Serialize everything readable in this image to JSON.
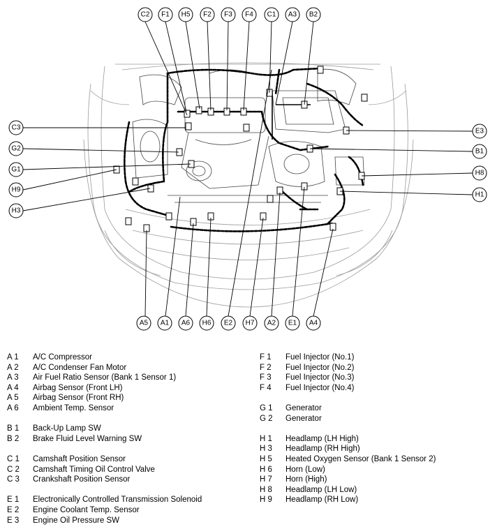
{
  "callouts_top": [
    "C2",
    "F1",
    "H5",
    "F2",
    "F3",
    "F4",
    "C1",
    "A3",
    "B2"
  ],
  "callouts_left": [
    "C3",
    "G2",
    "G1",
    "H9",
    "H3"
  ],
  "callouts_right": [
    "E3",
    "B1",
    "H8",
    "H1"
  ],
  "callouts_bottom": [
    "A5",
    "A1",
    "A6",
    "H6",
    "E2",
    "H7",
    "A2",
    "E1",
    "A4"
  ],
  "legend_left": [
    {
      "code": "A 1",
      "label": "A/C Compressor"
    },
    {
      "code": "A 2",
      "label": "A/C Condenser Fan Motor"
    },
    {
      "code": "A 3",
      "label": "Air Fuel Ratio Sensor (Bank 1 Sensor 1)"
    },
    {
      "code": "A 4",
      "label": "Airbag Sensor (Front LH)"
    },
    {
      "code": "A 5",
      "label": "Airbag Sensor (Front RH)"
    },
    {
      "code": "A 6",
      "label": "Ambient Temp. Sensor"
    },
    null,
    {
      "code": "B 1",
      "label": "Back-Up Lamp SW"
    },
    {
      "code": "B 2",
      "label": "Brake Fluid Level Warning SW"
    },
    null,
    {
      "code": "C 1",
      "label": "Camshaft Position Sensor"
    },
    {
      "code": "C 2",
      "label": "Camshaft Timing Oil Control Valve"
    },
    {
      "code": "C 3",
      "label": "Crankshaft Position Sensor"
    },
    null,
    {
      "code": "E 1",
      "label": "Electronically Controlled Transmission Solenoid"
    },
    {
      "code": "E 2",
      "label": "Engine Coolant Temp. Sensor"
    },
    {
      "code": "E 3",
      "label": "Engine Oil Pressure SW"
    }
  ],
  "legend_right": [
    {
      "code": "F 1",
      "label": "Fuel Injector (No.1)"
    },
    {
      "code": "F 2",
      "label": "Fuel Injector (No.2)"
    },
    {
      "code": "F 3",
      "label": "Fuel Injector (No.3)"
    },
    {
      "code": "F 4",
      "label": "Fuel Injector (No.4)"
    },
    null,
    {
      "code": "G 1",
      "label": "Generator"
    },
    {
      "code": "G 2",
      "label": "Generator"
    },
    null,
    {
      "code": "H 1",
      "label": "Headlamp (LH High)"
    },
    {
      "code": "H 3",
      "label": "Headlamp (RH High)"
    },
    {
      "code": "H 5",
      "label": "Heated Oxygen Sensor (Bank 1 Sensor 2)"
    },
    {
      "code": "H 6",
      "label": "Horn (Low)"
    },
    {
      "code": "H 7",
      "label": "Horn (High)"
    },
    {
      "code": "H 8",
      "label": "Headlamp (LH Low)"
    },
    {
      "code": "H 9",
      "label": "Headlamp (RH Low)"
    }
  ]
}
